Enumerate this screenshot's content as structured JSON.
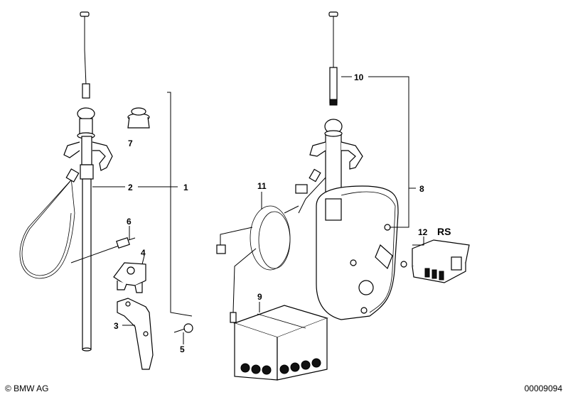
{
  "callouts": {
    "c1": "1",
    "c2": "2",
    "c3": "3",
    "c4": "4",
    "c5": "5",
    "c6": "6",
    "c7": "7",
    "c8": "8",
    "c9": "9",
    "c10": "10",
    "c11": "11",
    "c12": "12",
    "rs": "RS"
  },
  "footer": {
    "copyright": "© BMW AG",
    "doc_number": "00009094"
  }
}
